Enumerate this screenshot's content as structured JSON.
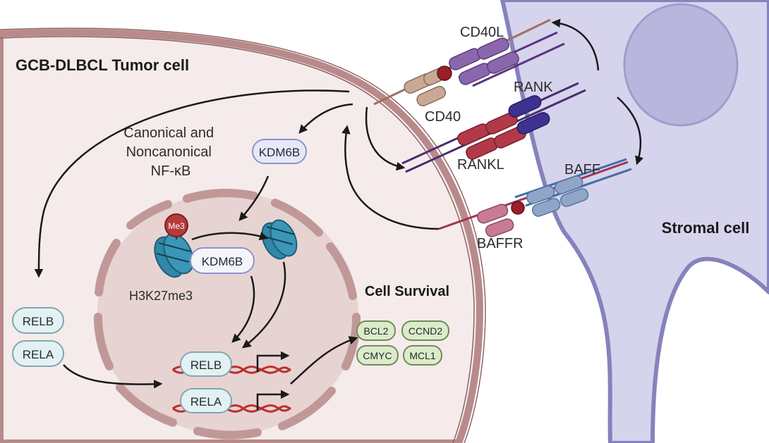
{
  "tumor_cell": {
    "title": "GCB-DLBCL Tumor cell",
    "pathway_label": [
      "Canonical and",
      "Noncanonical",
      "NF-κB"
    ],
    "kdm6b_cytoplasm": "KDM6B",
    "relb_cytoplasm": "RELB",
    "rela_cytoplasm": "RELA"
  },
  "nucleus": {
    "me3_label": "Me3",
    "kdm6b": "KDM6B",
    "histone_mark": "H3K27me3",
    "relb": "RELB",
    "rela": "RELA",
    "cell_survival": "Cell Survival",
    "survival_genes": [
      "BCL2",
      "CCND2",
      "CMYC",
      "MCL1"
    ]
  },
  "stromal_cell": {
    "title": "Stromal cell"
  },
  "receptors": {
    "cd40l": "CD40L",
    "cd40": "CD40",
    "rank": "RANK",
    "rankl": "RANKL",
    "baff": "BAFF",
    "baffr": "BAFFR"
  },
  "colors": {
    "tumor_fill": "#f5ebeb",
    "membrane": "#b38585",
    "nucleus_fill": "#e8d3d3",
    "stromal_fill": "#d6d4ec",
    "stromal_edge": "#7f7cba",
    "pill_fill": "#e4f1f2",
    "pill_edge": "#7fa7b4",
    "kdm6b_edge": "#8d93cc",
    "green_fill": "#dcebcc",
    "green_edge": "#6d8f55",
    "dna": "#b8312f"
  }
}
